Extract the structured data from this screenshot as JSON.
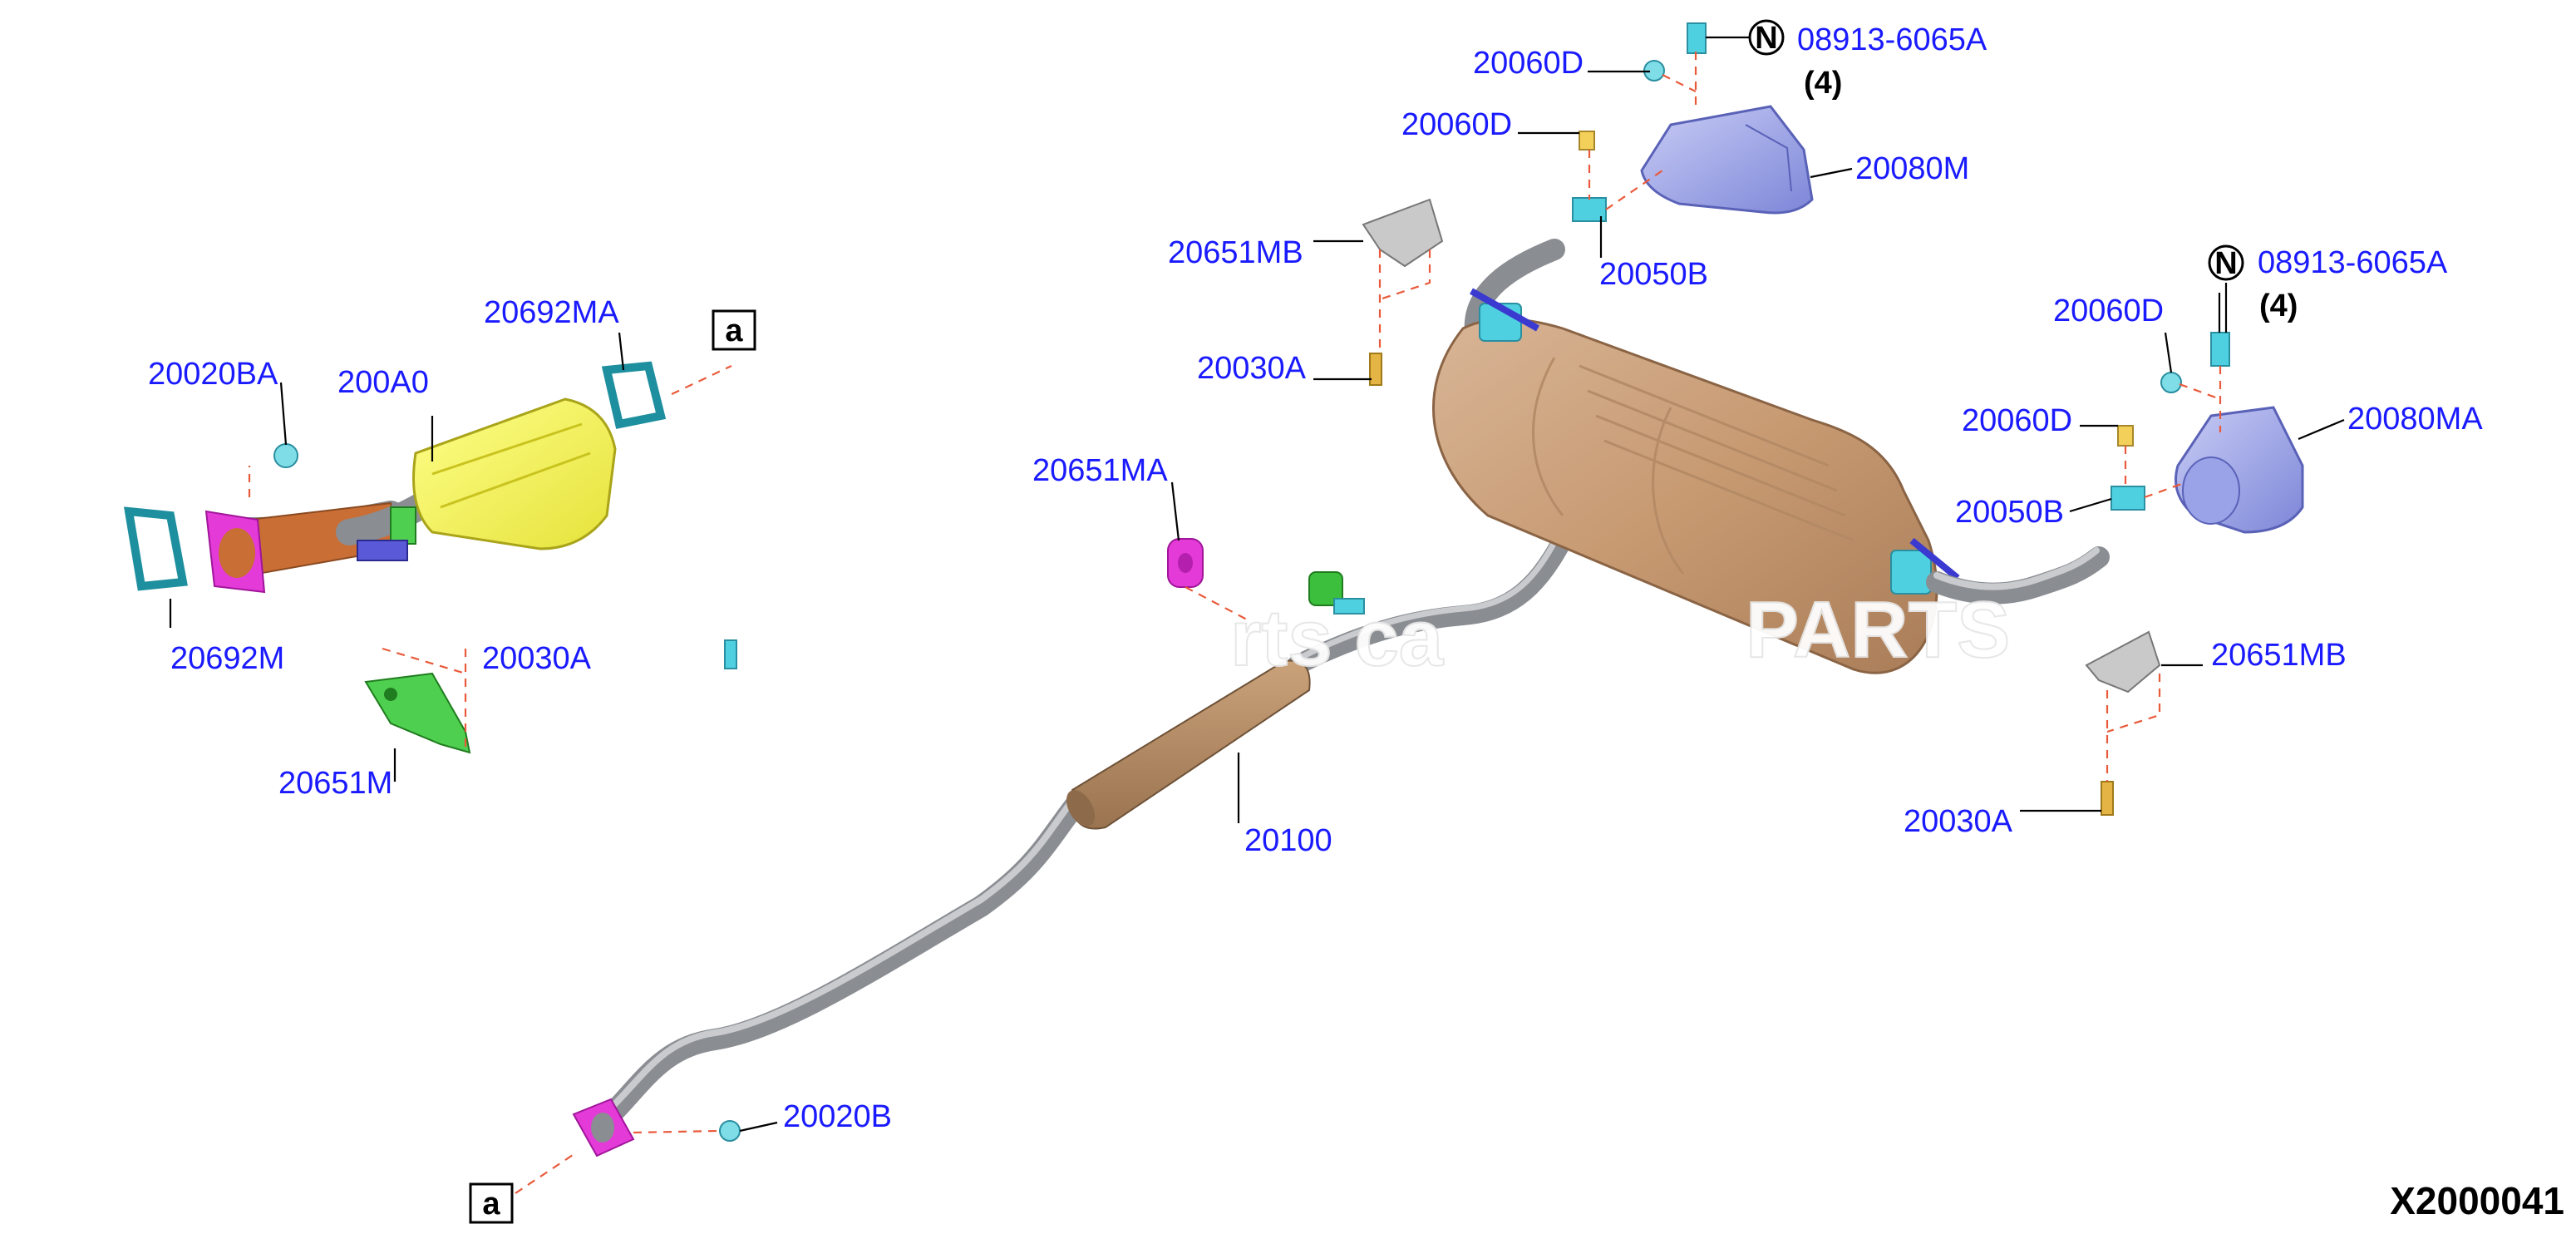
{
  "diagram_code": "X2000041",
  "ref_tag": "a",
  "note_symbol": "N",
  "watermark": {
    "left": "rts ca",
    "right": "PARTS"
  },
  "callouts": {
    "n_08913_top": {
      "part": "08913-6065A",
      "qty": "(4)"
    },
    "n_08913_right": {
      "part": "08913-6065A",
      "qty": "(4)"
    }
  },
  "labels": {
    "l_20060D_a": "20060D",
    "l_20060D_b": "20060D",
    "l_20080M": "20080M",
    "l_20651MB_a": "20651MB",
    "l_20050B_a": "20050B",
    "l_20030A_a": "20030A",
    "l_20060D_c": "20060D",
    "l_20060D_d": "20060D",
    "l_20080MA": "20080MA",
    "l_20050B_b": "20050B",
    "l_20651MB_b": "20651MB",
    "l_20030A_b": "20030A",
    "l_20692MA": "20692MA",
    "l_20020BA": "20020BA",
    "l_200A0": "200A0",
    "l_20692M": "20692M",
    "l_20030A_c": "20030A",
    "l_20651M": "20651M",
    "l_20651MA": "20651MA",
    "l_20100": "20100",
    "l_20020B": "20020B"
  }
}
